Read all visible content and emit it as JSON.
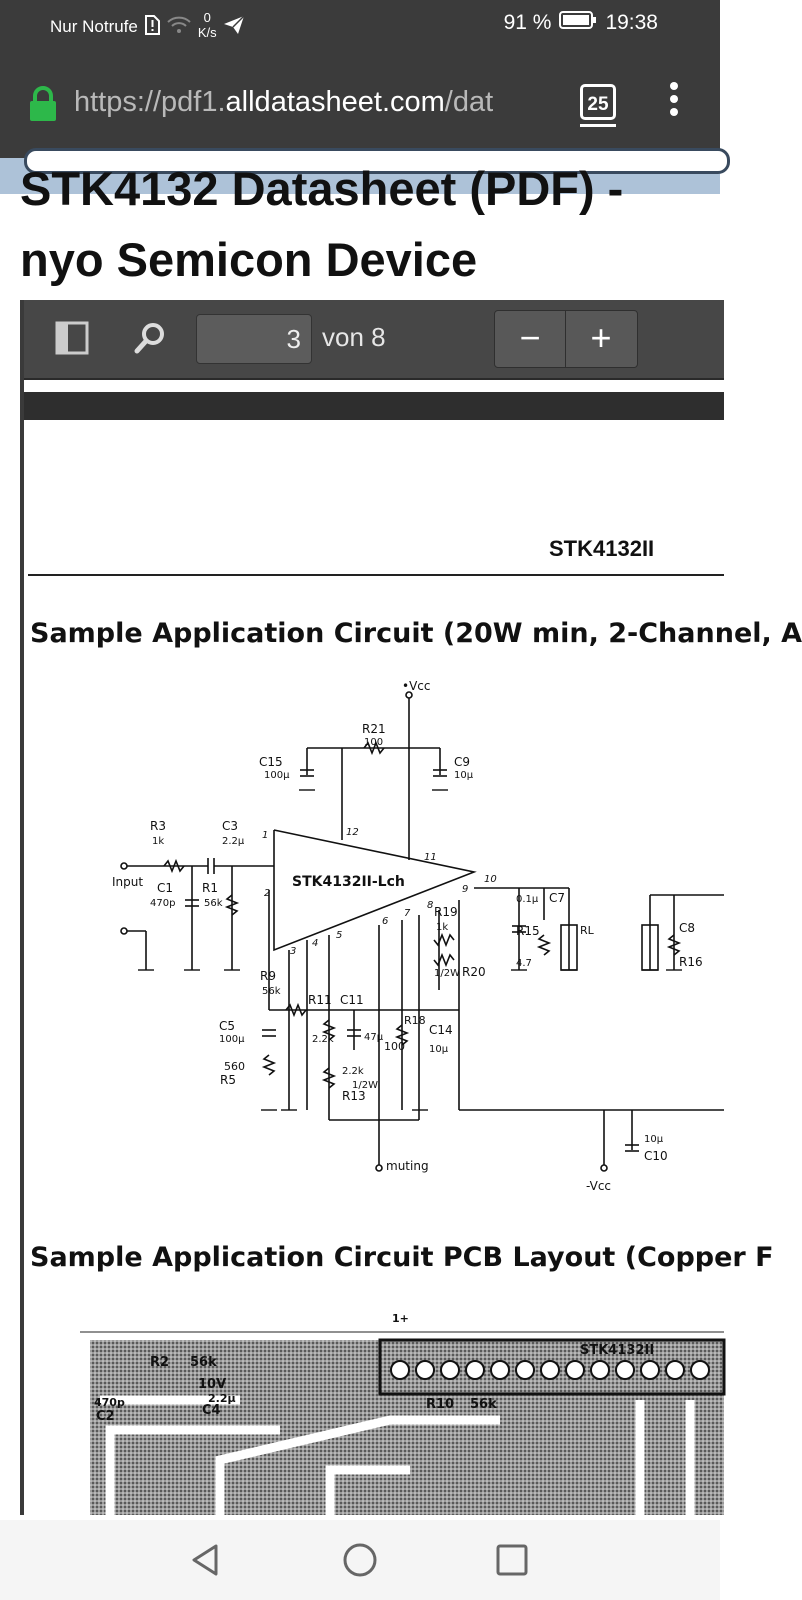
{
  "status_bar": {
    "carrier": "Nur Notrufe",
    "net_speed_value": "0",
    "net_speed_unit": "K/s",
    "battery": "91 %",
    "time": "19:38"
  },
  "browser": {
    "url_prefix": "https://pdf1.",
    "url_domain": "alldatasheet.com",
    "url_rest": "/dat",
    "tab_count": "25"
  },
  "page": {
    "title_line1": "STK4132 Datasheet (PDF) -",
    "title_line2": "nyo Semicon Device"
  },
  "pdf_viewer": {
    "current_page": "3",
    "page_of": "von 8",
    "zoom_out_label": "−",
    "zoom_in_label": "+"
  },
  "pdf_content": {
    "header": "STK4132II",
    "section1_title": "Sample Application Circuit (20W min, 2-Channel, A",
    "section2_title": "Sample Application Circuit PCB Layout (Copper F",
    "schematic": {
      "vcc_label": "•Vcc",
      "neg_vcc_label": "-Vcc",
      "ic_label": "STK4132II-Lch",
      "input_label": "Input",
      "muting_label": "muting",
      "components": [
        "R21",
        "100",
        "C15",
        "100µ",
        "C9",
        "10µ",
        "R3",
        "1k",
        "C3",
        "2.2µ",
        "C1",
        "470p",
        "R1",
        "56k",
        "R9",
        "56k",
        "C5",
        "100µ",
        "560",
        "R5",
        "R11",
        "2.2k",
        "C11",
        "47µ",
        "R18",
        "100",
        "C14",
        "10µ",
        "R13",
        "2.2k",
        "1/2W",
        "R19",
        "1k",
        "1/2W",
        "R20",
        "R15",
        "4.7",
        "0.1µ",
        "C7",
        "RL",
        "C8",
        "R16",
        "10µ",
        "C10"
      ],
      "pins": [
        "12",
        "11",
        "10",
        "9",
        "8",
        "7",
        "6",
        "5",
        "4",
        "3",
        "2",
        "1"
      ]
    },
    "pcb": {
      "labels": [
        "R2",
        "56k",
        "10V",
        "2.2µ",
        "C4",
        "470p",
        "C2",
        "R10",
        "56k",
        "STK4132II",
        "1+"
      ]
    }
  },
  "colors": {
    "status_bg": "#3b3b3b",
    "lock_green": "#2db84a",
    "pdf_toolbar": "#474747",
    "page_strip": "#adc2d8"
  },
  "icons": [
    "lock-icon",
    "sidebar-toggle-icon",
    "search-icon",
    "kebab-menu-icon",
    "back-icon",
    "home-icon",
    "recents-icon",
    "wifi-icon",
    "telegram-icon",
    "battery-icon",
    "sim-alert-icon"
  ]
}
